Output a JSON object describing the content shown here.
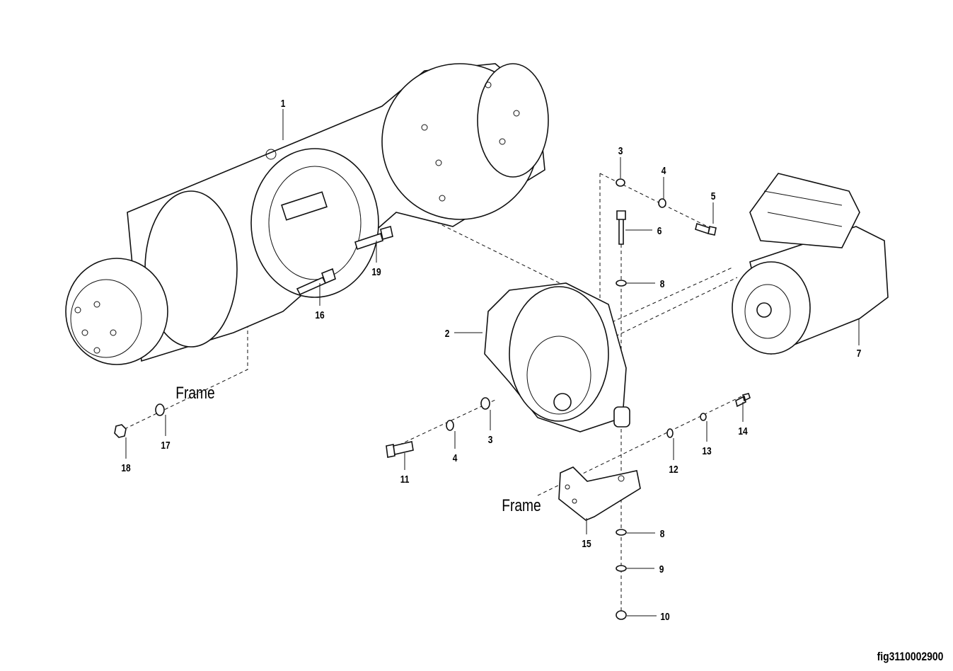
{
  "callouts": {
    "c1": "1",
    "c2": "2",
    "c3a": "3",
    "c3b": "3",
    "c4a": "4",
    "c4b": "4",
    "c5": "5",
    "c6": "6",
    "c7": "7",
    "c8a": "8",
    "c8b": "8",
    "c9": "9",
    "c10": "10",
    "c11": "11",
    "c12": "12",
    "c13": "13",
    "c14": "14",
    "c15": "15",
    "c16": "16",
    "c17": "17",
    "c18": "18",
    "c19": "19"
  },
  "frame_labels": [
    "Frame",
    "Frame"
  ],
  "figure_id": "fig3110002900"
}
